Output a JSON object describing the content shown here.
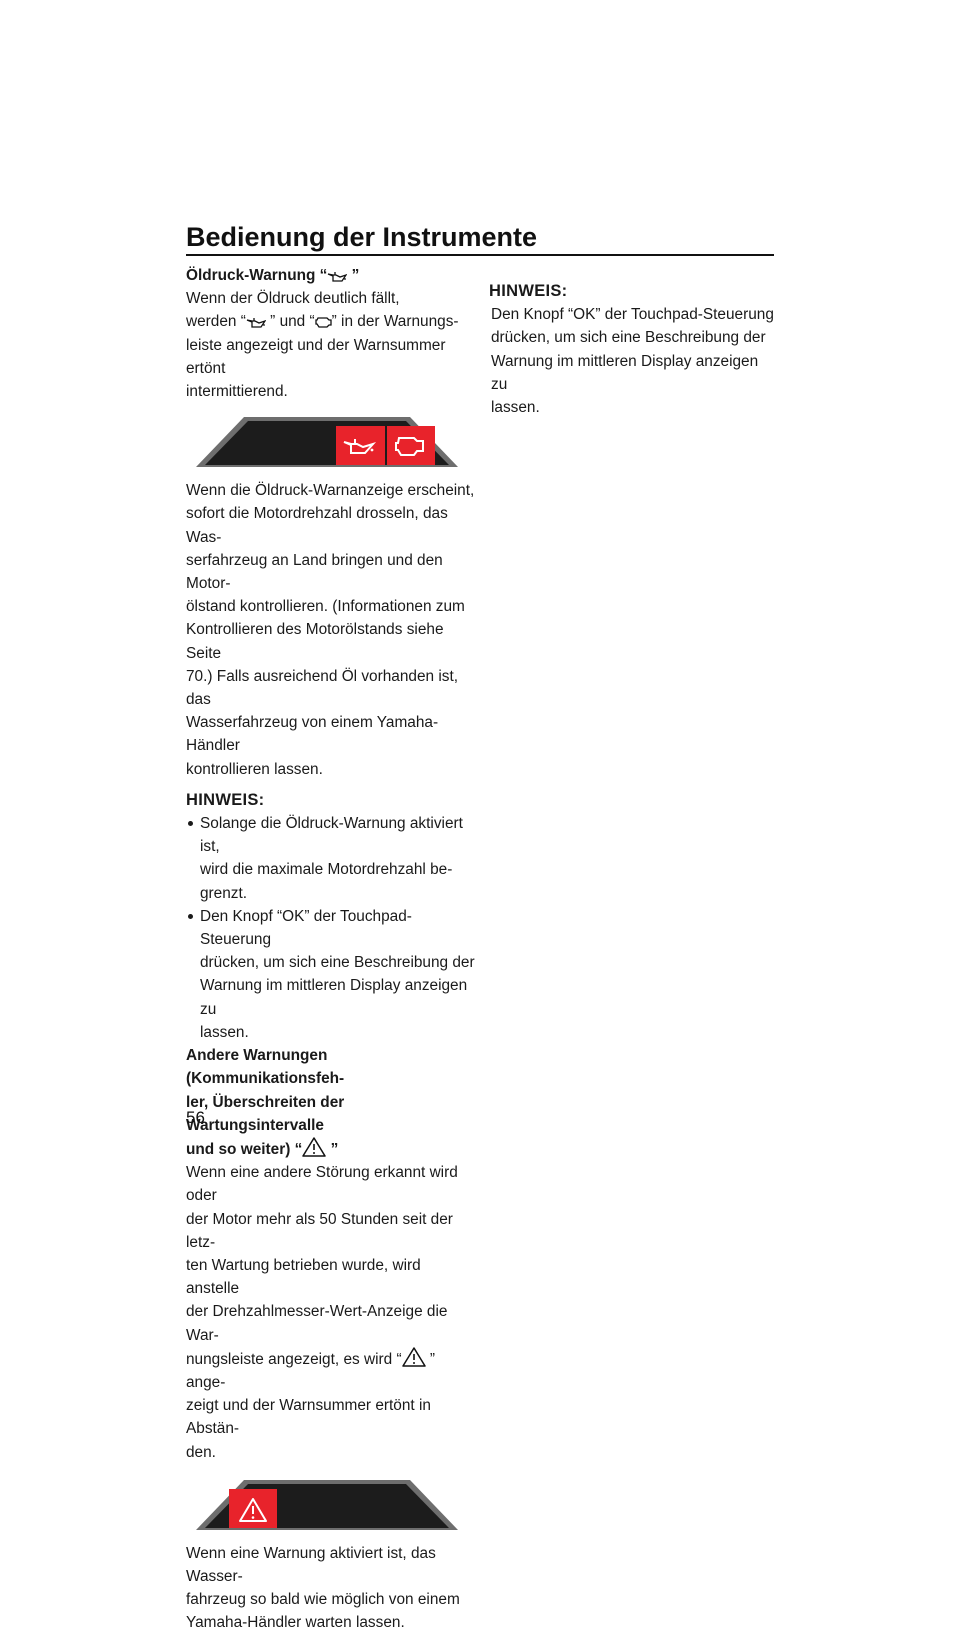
{
  "header": {
    "title": "Bedienung der Instrumente"
  },
  "oil_section": {
    "heading_pre": "Öldruck-Warnung “",
    "heading_post": " ”",
    "p1_a": "Wenn der Öldruck deutlich fällt,",
    "p1_b": "werden “",
    "p1_c": " ” und “",
    "p1_d": "” in der Warnungs-",
    "p1_e": "leiste angezeigt und der Warnsummer ertönt",
    "p1_f": "intermittierend.",
    "p2": [
      "Wenn die Öldruck-Warnanzeige erscheint,",
      "sofort die Motordrehzahl drosseln, das Was-",
      "serfahrzeug an Land bringen und den Motor-",
      "ölstand kontrollieren. (Informationen zum",
      "Kontrollieren des Motorölstands siehe Seite",
      "70.) Falls ausreichend Öl vorhanden ist, das",
      "Wasserfahrzeug von einem Yamaha-Händler",
      "kontrollieren lassen."
    ],
    "note_title": "HINWEIS:",
    "bullet1": [
      "Solange die Öldruck-Warnung aktiviert ist,",
      "wird die maximale Motordrehzahl be-",
      "grenzt."
    ],
    "bullet2": [
      "Den Knopf “OK” der Touchpad-Steuerung",
      "drücken, um sich eine Beschreibung der",
      "Warnung im mittleren Display anzeigen zu",
      "lassen."
    ]
  },
  "other_section": {
    "heading_1": "Andere Warnungen (Kommunikationsfeh-",
    "heading_2": "ler, Überschreiten der Wartungsintervalle",
    "heading_3_pre": "und so weiter) “",
    "heading_3_post": " ”",
    "p1": [
      "Wenn eine andere Störung erkannt wird oder",
      "der Motor mehr als 50 Stunden seit der letz-",
      "ten Wartung betrieben wurde, wird anstelle",
      "der Drehzahlmesser-Wert-Anzeige die War-"
    ],
    "p1_e_pre": "nungsleiste angezeigt, es wird “",
    "p1_e_post": " ” ange-",
    "p1_f": "zeigt und der Warnsummer ertönt in Abstän-",
    "p1_g": "den.",
    "p2": [
      "Wenn eine Warnung aktiviert ist, das Wasser-",
      "fahrzeug so bald wie möglich von einem",
      "Yamaha-Händler warten lassen."
    ]
  },
  "right_note": {
    "title": "HINWEIS:",
    "lines": [
      "Den Knopf “OK” der Touchpad-Steuerung",
      "drücken, um sich eine Beschreibung der",
      "Warnung im mittleren Display anzeigen zu",
      "lassen."
    ]
  },
  "page_number": "56",
  "colors": {
    "warning_red": "#e8232b",
    "panel_dark": "#1c1c1c",
    "panel_frame": "#6e6e6e"
  },
  "icons": [
    "oil-can-icon",
    "engine-icon",
    "warning-triangle-icon"
  ]
}
